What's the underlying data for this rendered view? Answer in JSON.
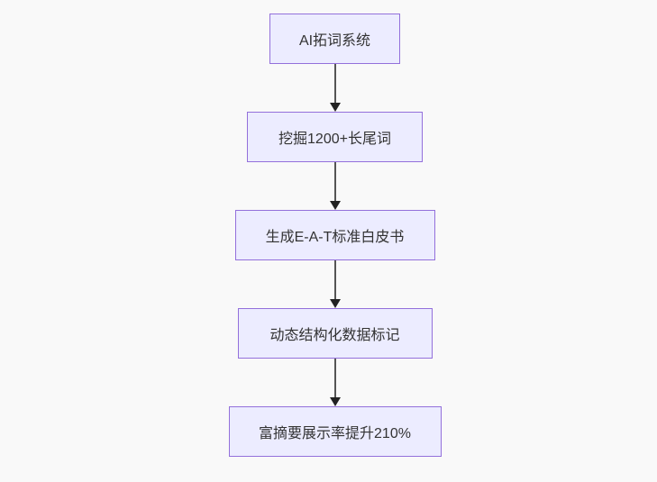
{
  "diagram": {
    "type": "flowchart",
    "direction": "top-down",
    "nodes": [
      {
        "id": "n1",
        "label": "AI拓词系统"
      },
      {
        "id": "n2",
        "label": "挖掘1200+长尾词"
      },
      {
        "id": "n3",
        "label": "生成E-A-T标准白皮书"
      },
      {
        "id": "n4",
        "label": "动态结构化数据标记"
      },
      {
        "id": "n5",
        "label": "富摘要展示率提升210%"
      }
    ],
    "edges": [
      {
        "from": "n1",
        "to": "n2",
        "style": "arrow-down"
      },
      {
        "from": "n2",
        "to": "n3",
        "style": "arrow-down"
      },
      {
        "from": "n3",
        "to": "n4",
        "style": "arrow-down"
      },
      {
        "from": "n4",
        "to": "n5",
        "style": "arrow-down"
      }
    ],
    "colors": {
      "background": "#f9f9f9",
      "node_fill": "#ECECFF",
      "node_border": "#9370DB",
      "node_text": "#333333",
      "arrow_line": "#555555",
      "arrow_head": "#222222"
    }
  }
}
